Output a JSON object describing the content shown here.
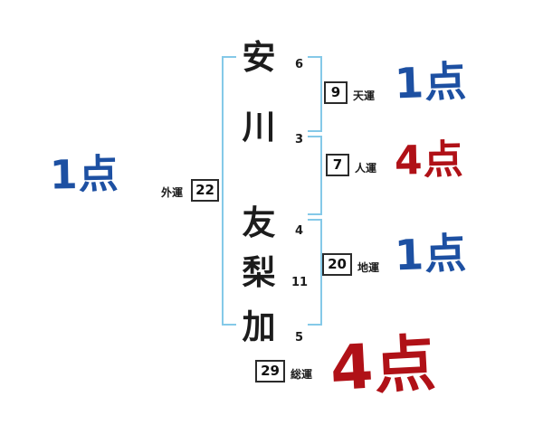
{
  "name": {
    "chars": [
      {
        "char": "安",
        "strokes": "6"
      },
      {
        "char": "川",
        "strokes": "3"
      },
      {
        "char": "友",
        "strokes": "4"
      },
      {
        "char": "梨",
        "strokes": "11"
      },
      {
        "char": "加",
        "strokes": "5"
      }
    ]
  },
  "fortunes": {
    "ten": {
      "label": "天運",
      "value": "9",
      "score": "1点",
      "score_color": "#1d50a2"
    },
    "jin": {
      "label": "人運",
      "value": "7",
      "score": "4点",
      "score_color": "#b01117"
    },
    "chi": {
      "label": "地運",
      "value": "20",
      "score": "1点",
      "score_color": "#1d50a2"
    },
    "gai": {
      "label": "外運",
      "value": "22",
      "score": "1点",
      "score_color": "#1d50a2"
    },
    "sou": {
      "label": "総運",
      "value": "29",
      "score": "4点",
      "score_color": "#b01117"
    }
  },
  "colors": {
    "score_blue": "#1d50a2",
    "score_red": "#b01117",
    "bracket_blue": "#85c9e8",
    "box_border": "#2b2b2b"
  }
}
